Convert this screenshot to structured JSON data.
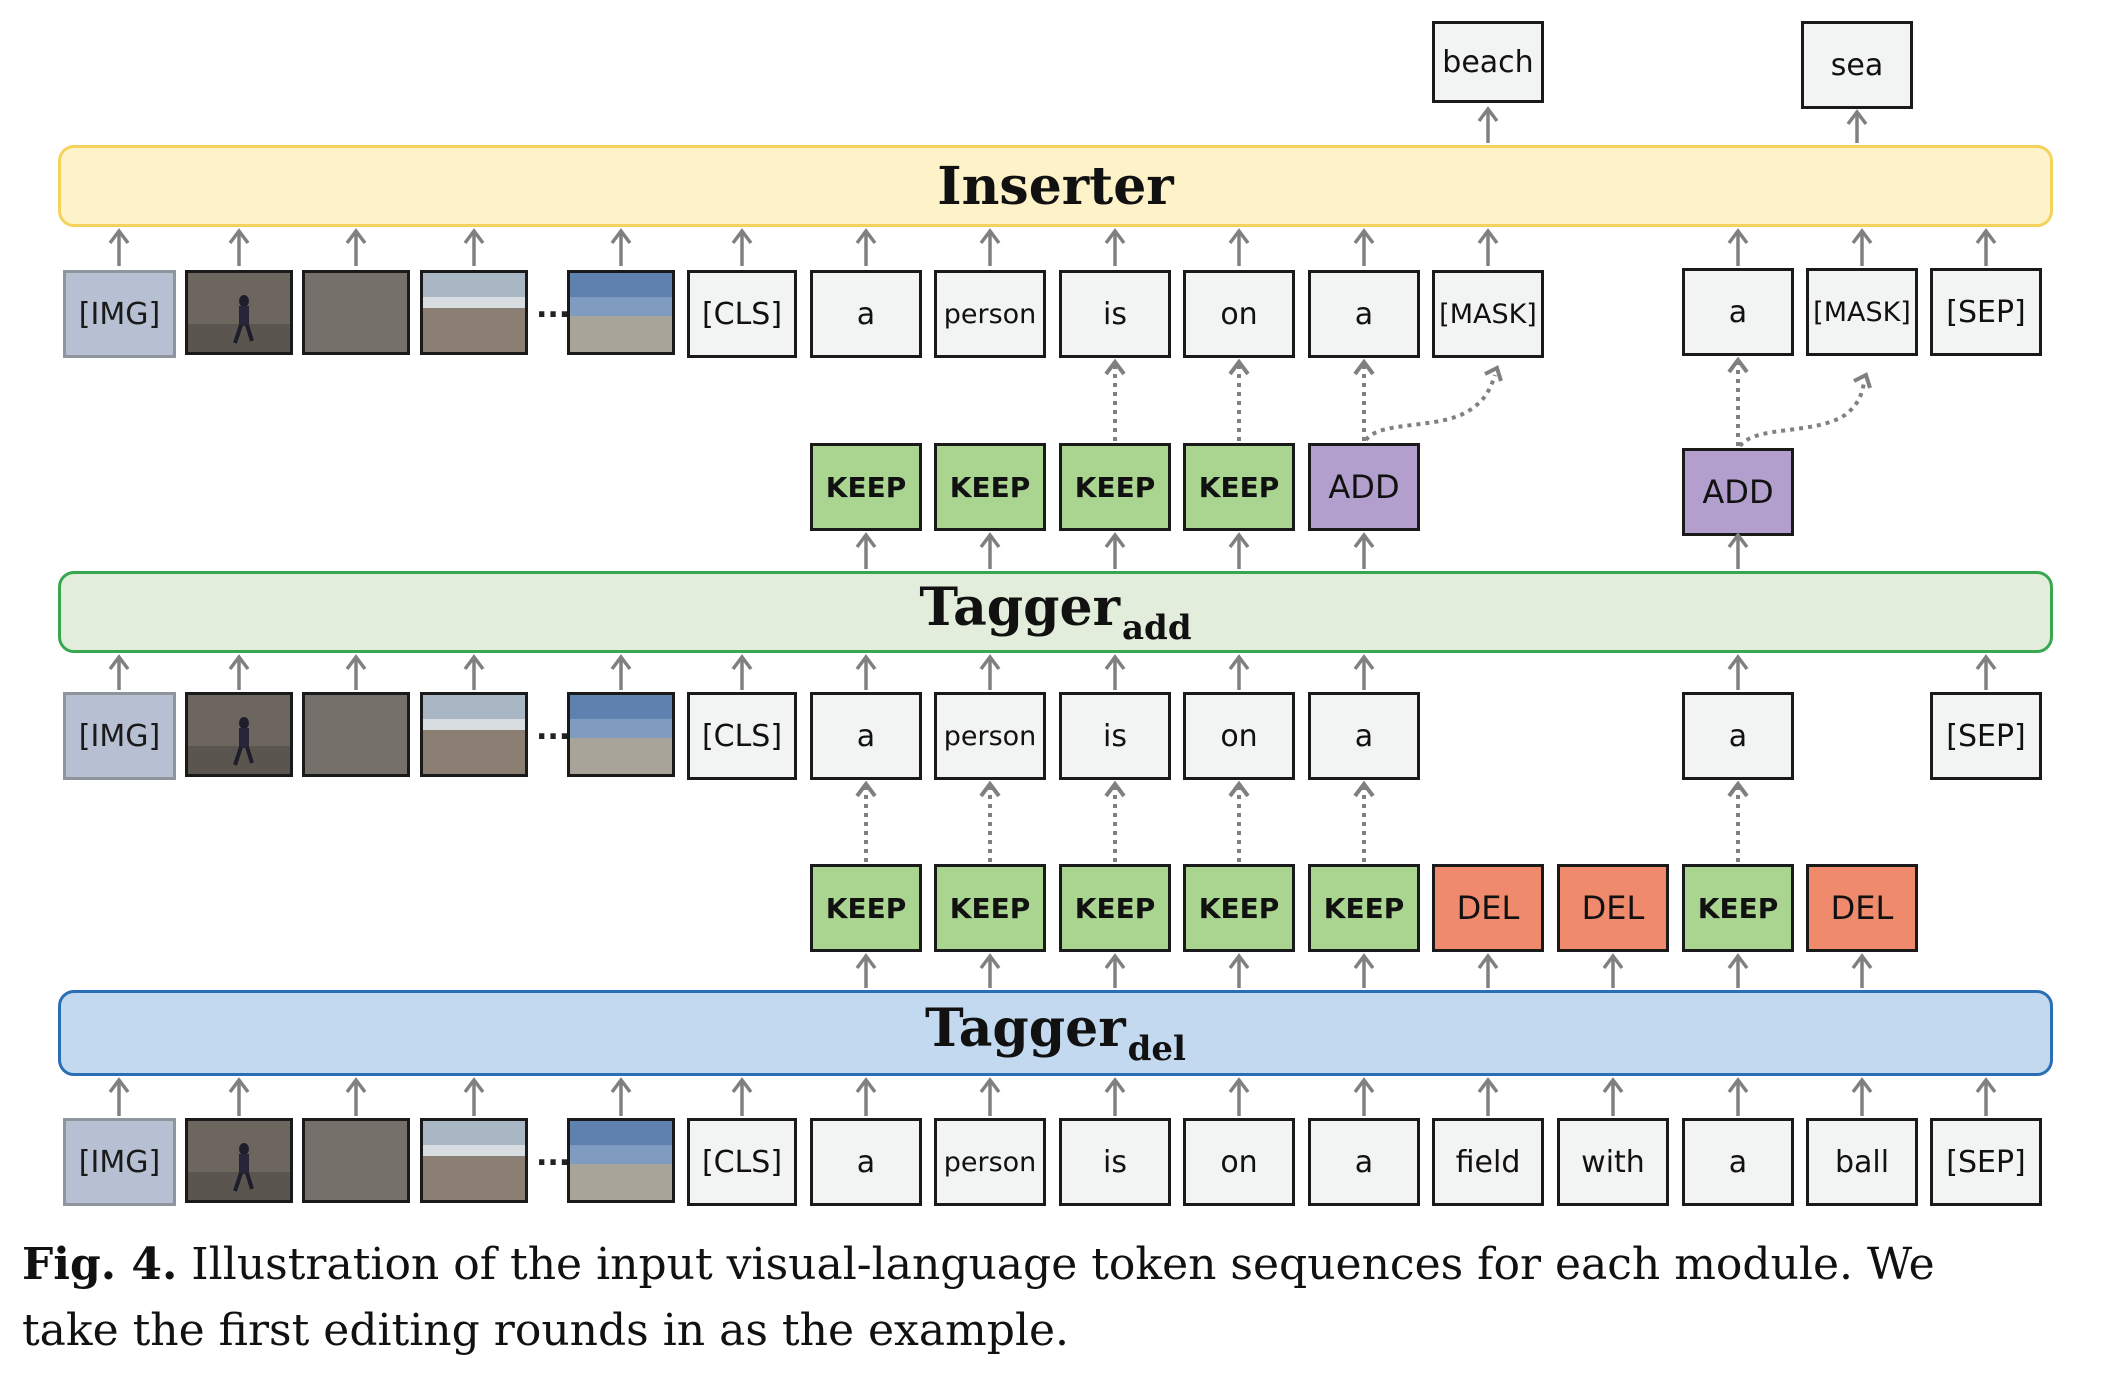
{
  "modules": {
    "inserter": "Inserter",
    "tagger_add": {
      "main": "Tagger",
      "sub": "add"
    },
    "tagger_del": {
      "main": "Tagger",
      "sub": "del"
    }
  },
  "tokens": {
    "img": "[IMG]",
    "cls": "[CLS]",
    "sep": "[SEP]",
    "mask": "[MASK]",
    "ellipsis": "...",
    "words_bottom": [
      "a",
      "person",
      "is",
      "on",
      "a",
      "field",
      "with",
      "a",
      "ball"
    ],
    "words_middle": [
      "a",
      "person",
      "is",
      "on",
      "a",
      "a"
    ],
    "words_top": [
      "a",
      "person",
      "is",
      "on",
      "a",
      "a"
    ]
  },
  "tags": {
    "del_row": [
      "KEEP",
      "KEEP",
      "KEEP",
      "KEEP",
      "KEEP",
      "DEL",
      "DEL",
      "KEEP",
      "DEL"
    ],
    "add_row": [
      "KEEP",
      "KEEP",
      "KEEP",
      "KEEP",
      "ADD",
      "ADD"
    ]
  },
  "outputs": [
    "beach",
    "sea"
  ],
  "caption": {
    "label": "Fig. 4.",
    "line1": "Illustration of the input visual-language token sequences for each module. We",
    "line2": "take the first editing rounds in as the example."
  },
  "colors": {
    "inserter_fill": "#fdf2c8",
    "inserter_border": "#f3d35c",
    "tagger_add_fill": "#e2eedb",
    "tagger_add_border": "#37a84f",
    "tagger_del_fill": "#c2d9ef",
    "tagger_del_border": "#2a6fb4",
    "keep": "#a9d591",
    "add": "#b29fcd",
    "del": "#f08a6c",
    "img_token": "#b6c0d2",
    "arrow": "#808080"
  }
}
